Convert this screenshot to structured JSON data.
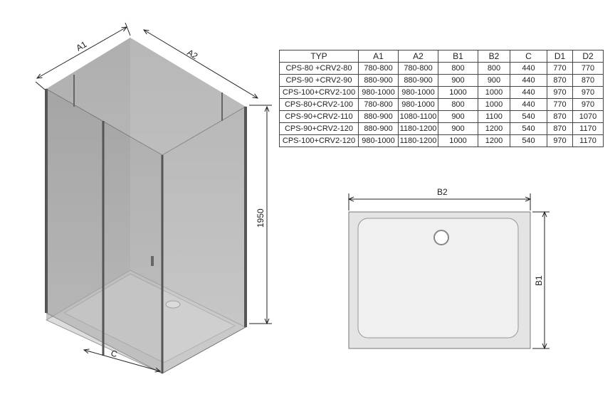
{
  "labels": {
    "a1": "A1",
    "a2": "A2",
    "c": "C",
    "height": "1950",
    "b2": "B2",
    "b1": "B1"
  },
  "table": {
    "headers": [
      "TYP",
      "A1",
      "A2",
      "B1",
      "B2",
      "C",
      "D1",
      "D2"
    ],
    "rows": [
      [
        "CPS-80 +CRV2-80",
        "780-800",
        "780-800",
        "800",
        "800",
        "440",
        "770",
        "770"
      ],
      [
        "CPS-90 +CRV2-90",
        "880-900",
        "880-900",
        "900",
        "900",
        "440",
        "870",
        "870"
      ],
      [
        "CPS-100+CRV2-100",
        "980-1000",
        "980-1000",
        "1000",
        "1000",
        "440",
        "970",
        "970"
      ],
      [
        "CPS-80+CRV2-100",
        "780-800",
        "980-1000",
        "800",
        "1000",
        "440",
        "770",
        "970"
      ],
      [
        "CPS-90+CRV2-110",
        "880-900",
        "1080-1100",
        "900",
        "1100",
        "540",
        "870",
        "1070"
      ],
      [
        "CPS-90+CRV2-120",
        "880-900",
        "1180-1200",
        "900",
        "1200",
        "540",
        "870",
        "1170"
      ],
      [
        "CPS-100+CRV2-120",
        "980-1000",
        "1180-1200",
        "1000",
        "1200",
        "540",
        "970",
        "1170"
      ]
    ]
  }
}
